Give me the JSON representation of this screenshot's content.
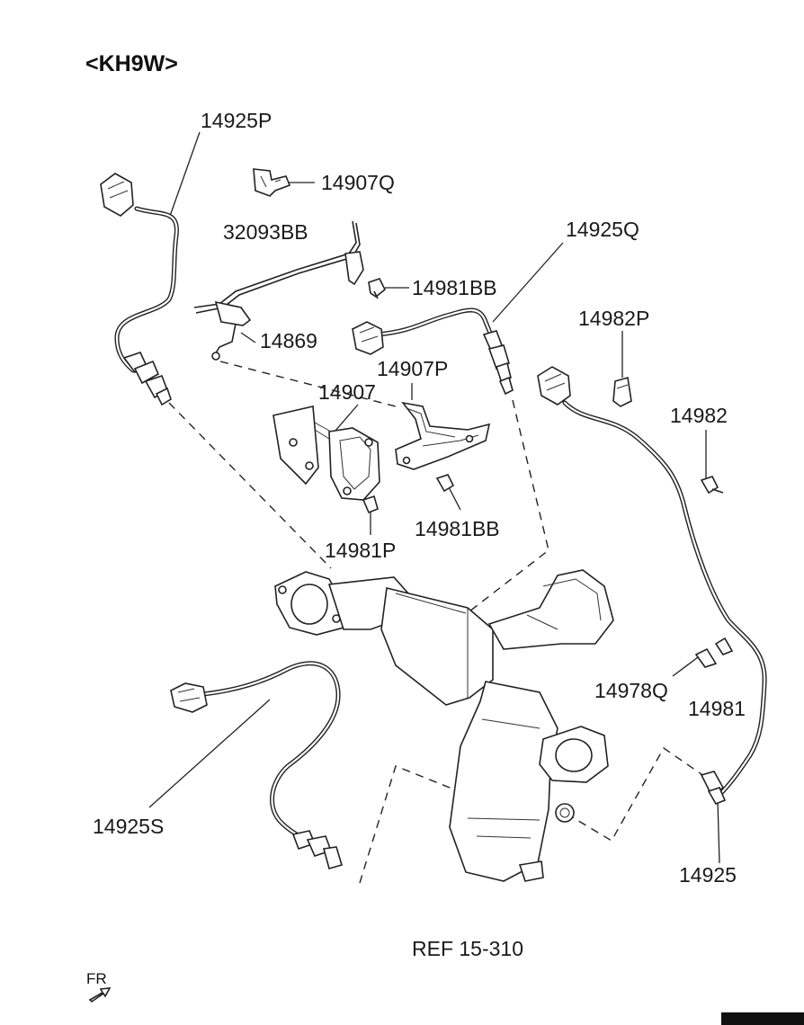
{
  "header": {
    "model_code": "<KH9W>"
  },
  "reference": {
    "text": "REF 15-310"
  },
  "direction": {
    "text": "FR"
  },
  "parts": [
    {
      "id": "p_14925P",
      "number": "14925P"
    },
    {
      "id": "p_14907Q",
      "number": "14907Q"
    },
    {
      "id": "p_32093BB",
      "number": "32093BB"
    },
    {
      "id": "p_14925Q",
      "number": "14925Q"
    },
    {
      "id": "p_14981BB_a",
      "number": "14981BB"
    },
    {
      "id": "p_14869",
      "number": "14869"
    },
    {
      "id": "p_14982P",
      "number": "14982P"
    },
    {
      "id": "p_14907P",
      "number": "14907P"
    },
    {
      "id": "p_14907",
      "number": "14907"
    },
    {
      "id": "p_14982",
      "number": "14982"
    },
    {
      "id": "p_14981BB_b",
      "number": "14981BB"
    },
    {
      "id": "p_14981P",
      "number": "14981P"
    },
    {
      "id": "p_14978Q",
      "number": "14978Q"
    },
    {
      "id": "p_14981",
      "number": "14981"
    },
    {
      "id": "p_14925S",
      "number": "14925S"
    },
    {
      "id": "p_14925",
      "number": "14925"
    }
  ]
}
